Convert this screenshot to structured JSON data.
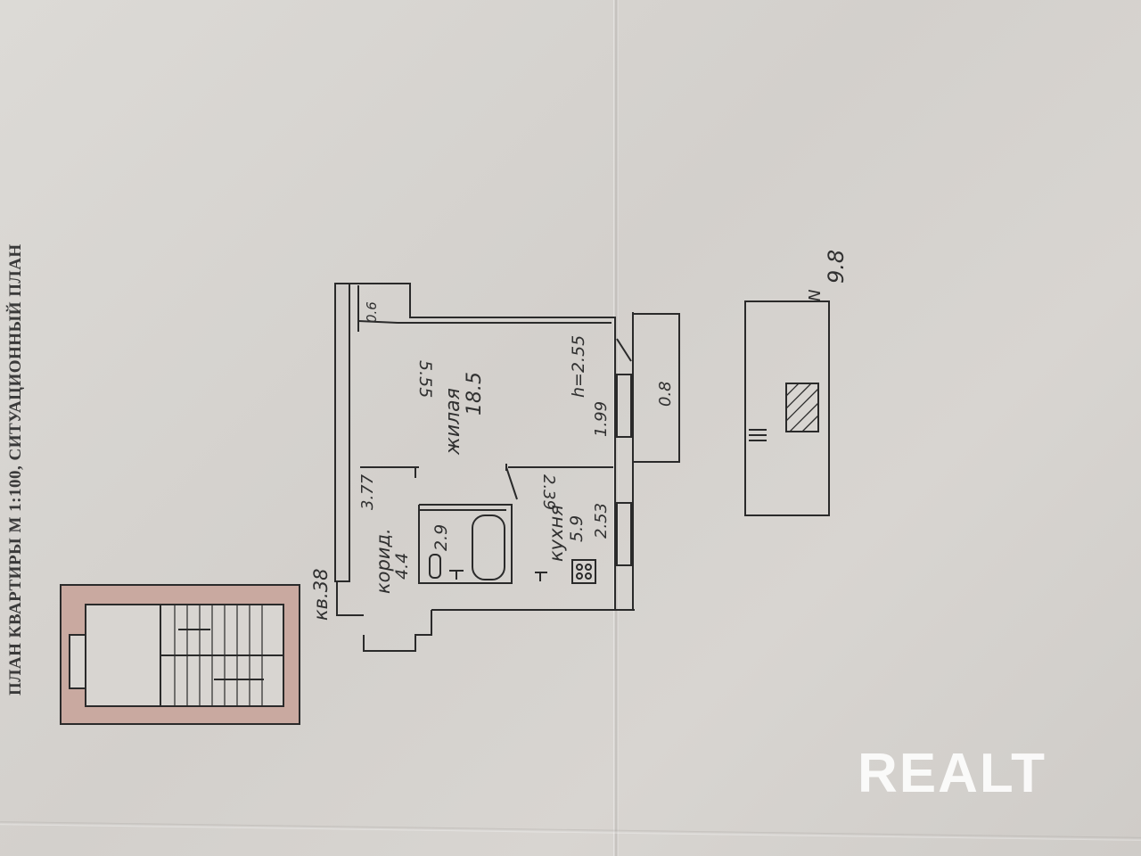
{
  "document": {
    "heading": "ПЛАН КВАРТИРЫ М 1:100, СИТУАЦИОННЫЙ ПЛАН",
    "apartment_label": "кв.38",
    "ceiling_height": "h=2.55",
    "north_arrow": "N",
    "floor_mark": "9.8"
  },
  "rooms": {
    "living": {
      "name": "жилая",
      "area": "18.5",
      "dim_length": "5.55",
      "dim_width": "3.77"
    },
    "kitchen": {
      "name": "кухня",
      "area": "5.9",
      "dim_length": "2.53",
      "dim_width": "2.39"
    },
    "corridor": {
      "name": "корид.",
      "area": "4.4"
    },
    "bathroom": {
      "area": "2.9"
    },
    "storage": {
      "area": "0.6"
    },
    "balcony": {
      "area": "0.8"
    },
    "window_width": "1.99"
  },
  "watermark": {
    "text": "REALT"
  }
}
